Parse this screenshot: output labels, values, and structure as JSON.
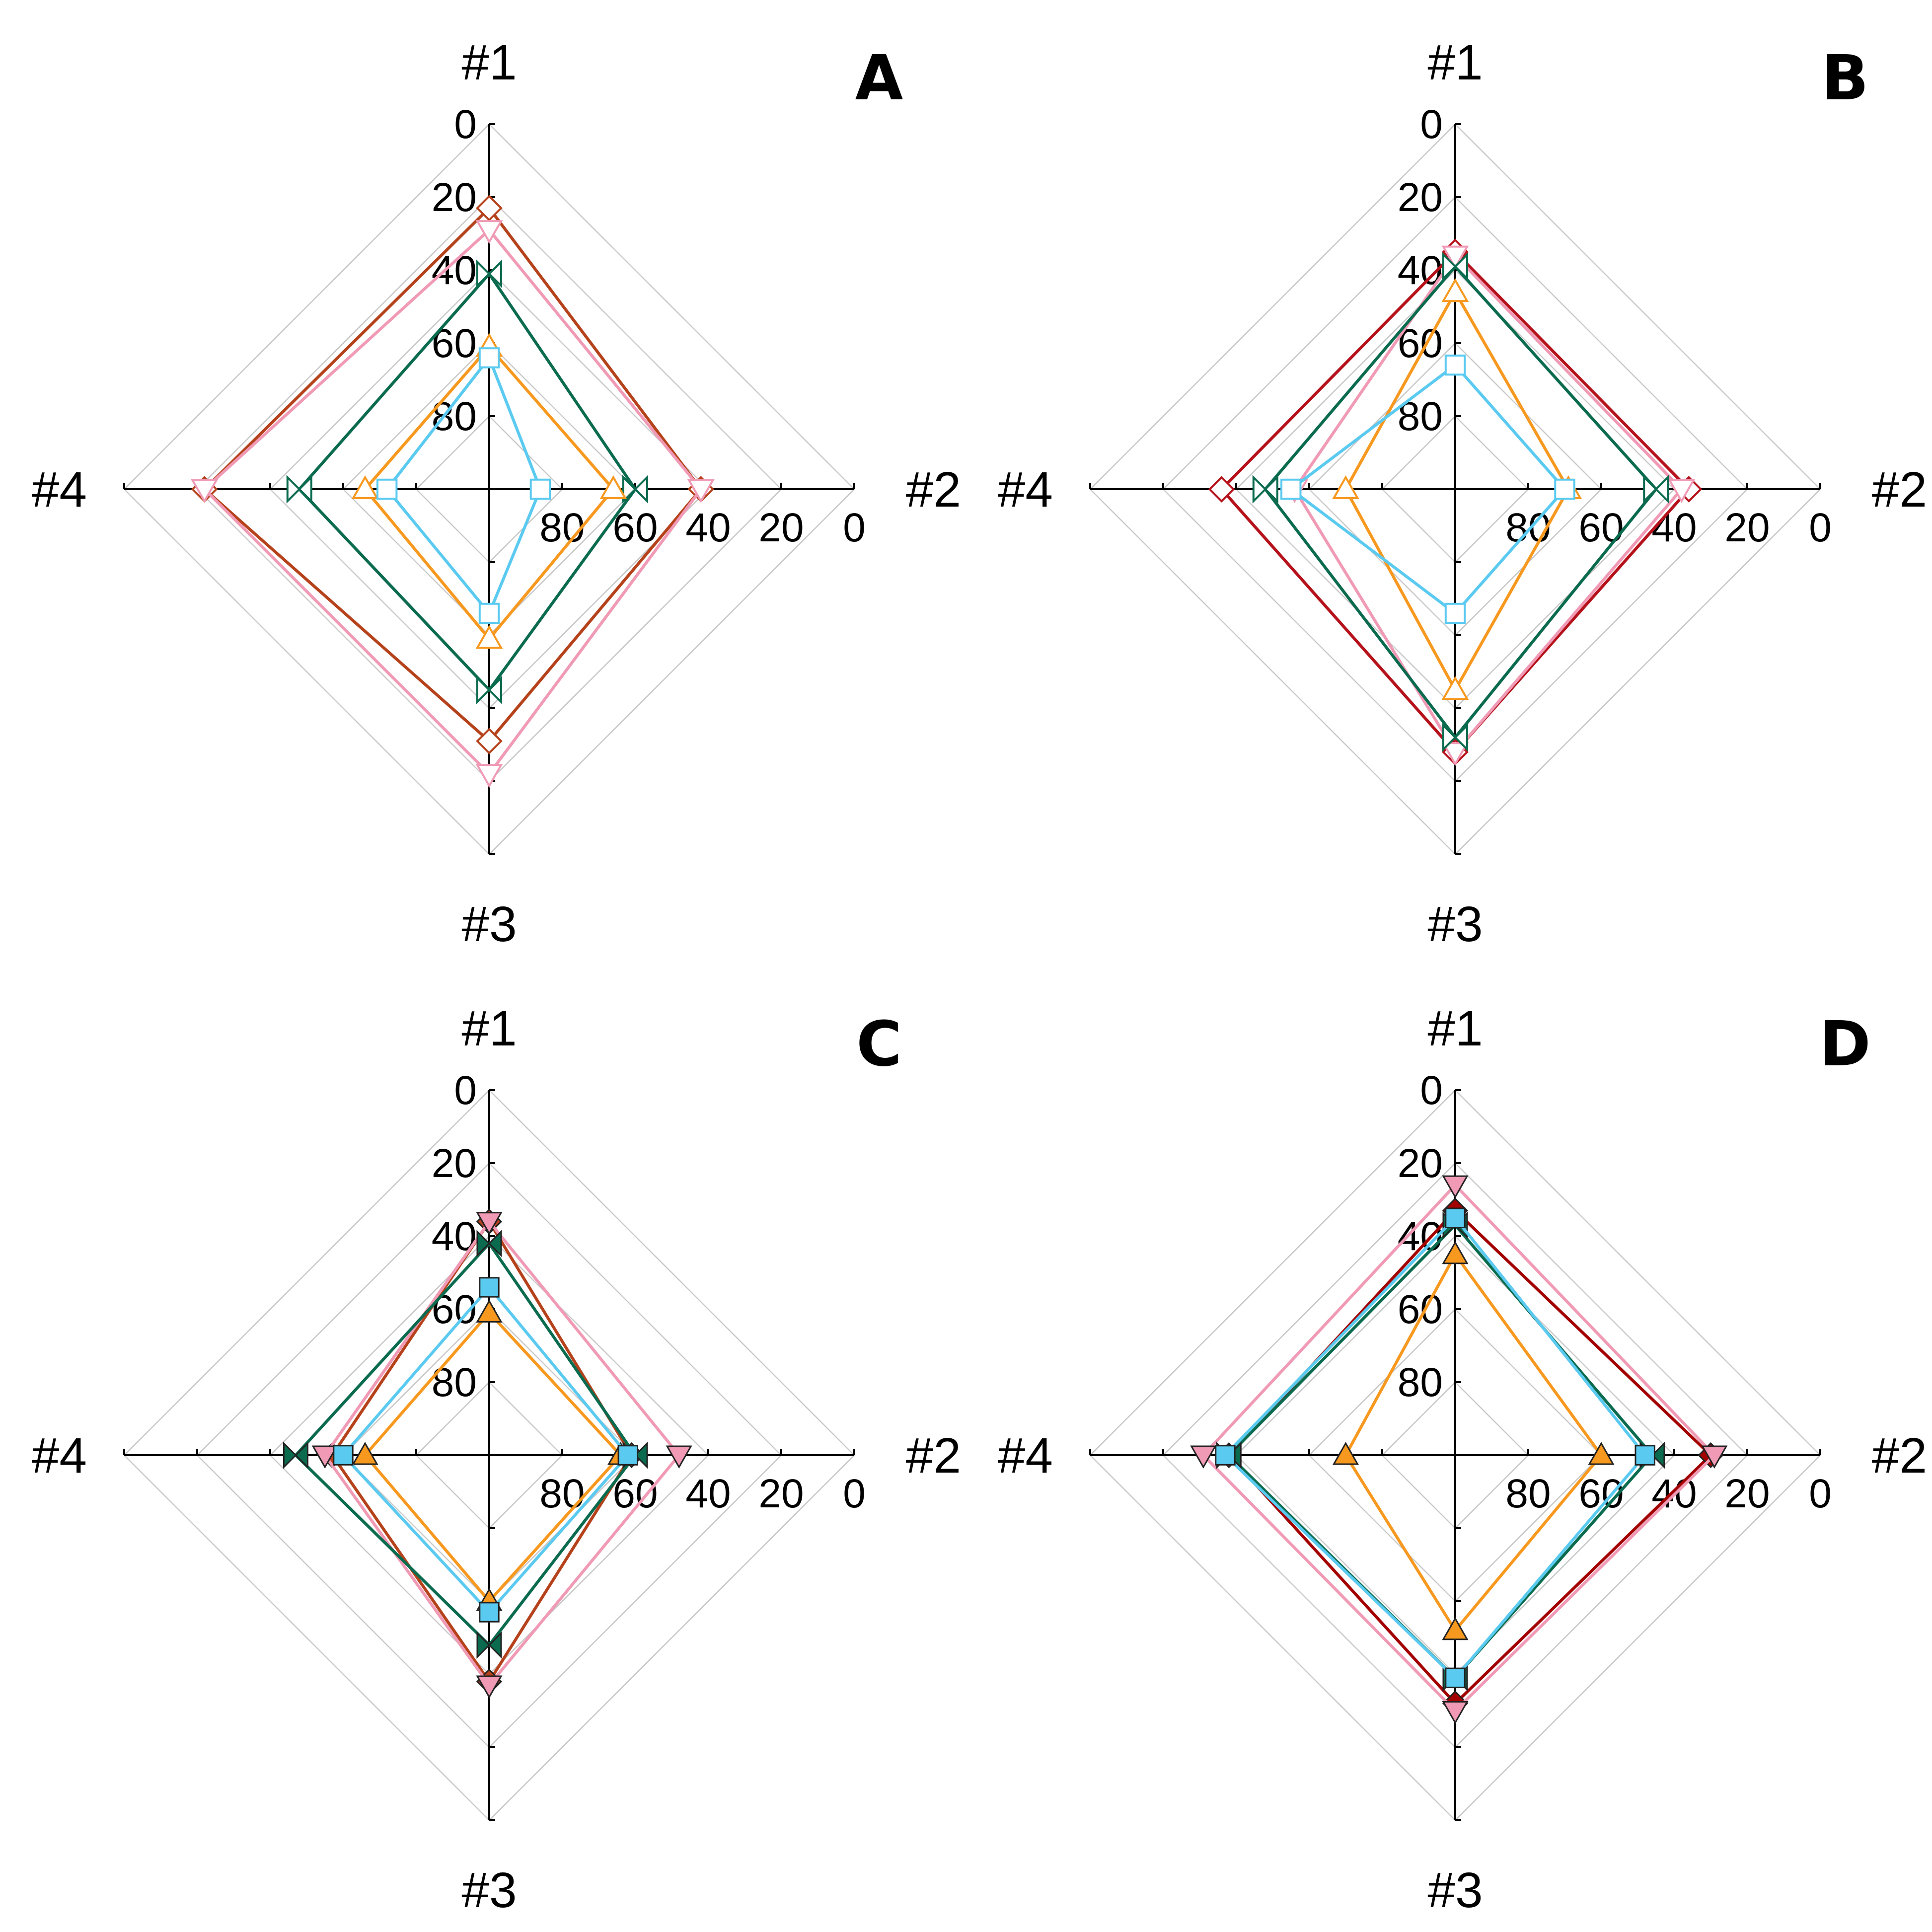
{
  "figure": {
    "panels": [
      "A",
      "B",
      "C",
      "D"
    ]
  },
  "chart_data": [
    {
      "panel": "A",
      "type": "radar",
      "axes": [
        "#1",
        "#2",
        "#3",
        "#4"
      ],
      "range": [
        100,
        0
      ],
      "reversed_scale": true,
      "tick_values": [
        0,
        20,
        40,
        60,
        80
      ],
      "marker_fill": "hollow",
      "grid": true,
      "series": [
        {
          "color": "#b5421b",
          "marker": "diamond",
          "values": [
            23,
            42,
            31,
            22
          ]
        },
        {
          "color": "#f09ab5",
          "marker": "triangle-down",
          "values": [
            29,
            42,
            22,
            22
          ]
        },
        {
          "color": "#0b6b4f",
          "marker": "bowtie",
          "values": [
            41,
            60,
            45,
            48
          ]
        },
        {
          "color": "#f7981f",
          "marker": "triangle-up",
          "values": [
            61,
            66,
            59,
            66
          ]
        },
        {
          "color": "#5bcaf0",
          "marker": "square",
          "values": [
            64,
            86,
            66,
            72
          ]
        }
      ]
    },
    {
      "panel": "B",
      "type": "radar",
      "axes": [
        "#1",
        "#2",
        "#3",
        "#4"
      ],
      "range": [
        100,
        0
      ],
      "reversed_scale": true,
      "tick_values": [
        0,
        20,
        40,
        60,
        80
      ],
      "marker_fill": "hollow",
      "grid": true,
      "series": [
        {
          "color": "#b5121b",
          "marker": "diamond",
          "values": [
            35,
            36,
            28,
            36
          ]
        },
        {
          "color": "#f09ab5",
          "marker": "triangle-down",
          "values": [
            36,
            38,
            28,
            56
          ]
        },
        {
          "color": "#0b6b4f",
          "marker": "bowtie",
          "values": [
            39,
            45,
            32,
            48
          ]
        },
        {
          "color": "#f7981f",
          "marker": "triangle-up",
          "values": [
            46,
            69,
            45,
            70
          ]
        },
        {
          "color": "#5bcaf0",
          "marker": "square",
          "values": [
            66,
            70,
            66,
            55
          ]
        }
      ]
    },
    {
      "panel": "C",
      "type": "radar",
      "axes": [
        "#1",
        "#2",
        "#3",
        "#4"
      ],
      "range": [
        100,
        0
      ],
      "reversed_scale": true,
      "tick_values": [
        0,
        20,
        40,
        60,
        80
      ],
      "marker_fill": "solid",
      "grid": true,
      "series": [
        {
          "color": "#b5421b",
          "marker": "diamond",
          "values": [
            36,
            61,
            38,
            57
          ]
        },
        {
          "color": "#f09ab5",
          "marker": "triangle-down",
          "values": [
            36,
            48,
            37,
            55
          ]
        },
        {
          "color": "#0b6b4f",
          "marker": "bowtie",
          "values": [
            42,
            60,
            48,
            47
          ]
        },
        {
          "color": "#f7981f",
          "marker": "triangle-up",
          "values": [
            61,
            64,
            60,
            66
          ]
        },
        {
          "color": "#5bcaf0",
          "marker": "square",
          "values": [
            54,
            62,
            57,
            60
          ]
        }
      ]
    },
    {
      "panel": "D",
      "type": "radar",
      "axes": [
        "#1",
        "#2",
        "#3",
        "#4"
      ],
      "range": [
        100,
        0
      ],
      "reversed_scale": true,
      "tick_values": [
        0,
        20,
        40,
        60,
        80
      ],
      "marker_fill": "solid",
      "grid": true,
      "series": [
        {
          "color": "#a30000",
          "marker": "diamond",
          "values": [
            33,
            30,
            32,
            38
          ]
        },
        {
          "color": "#f09ab5",
          "marker": "triangle-down",
          "values": [
            26,
            29,
            30,
            31
          ]
        },
        {
          "color": "#0b6b4f",
          "marker": "bowtie",
          "values": [
            37,
            46,
            39,
            38
          ]
        },
        {
          "color": "#f7981f",
          "marker": "triangle-up",
          "values": [
            45,
            60,
            52,
            70
          ]
        },
        {
          "color": "#5bcaf0",
          "marker": "square",
          "values": [
            35,
            48,
            39,
            37
          ]
        }
      ]
    }
  ]
}
